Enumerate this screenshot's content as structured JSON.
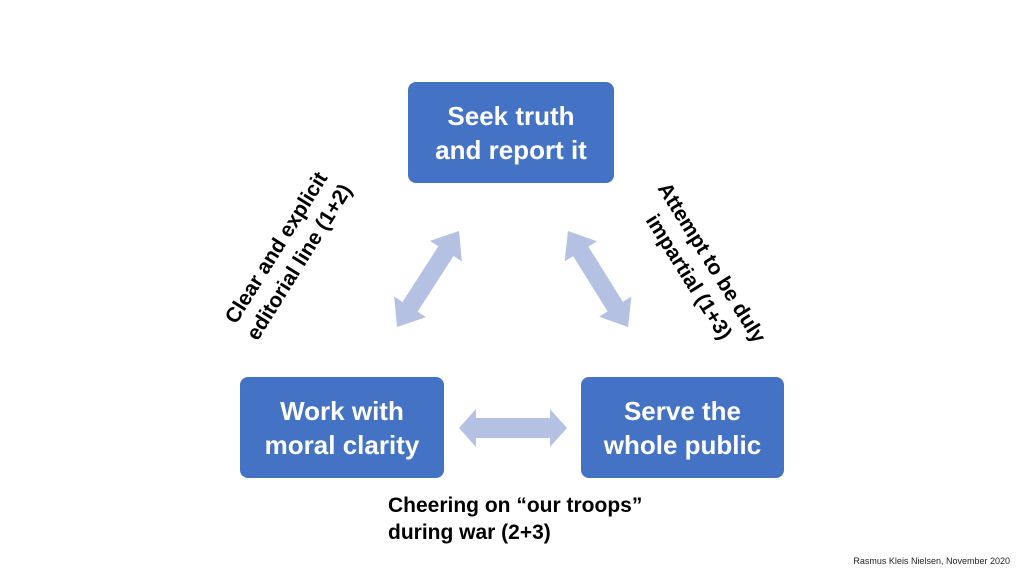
{
  "nodes": [
    {
      "id": 1,
      "lines": [
        "Seek truth",
        "and report it"
      ]
    },
    {
      "id": 2,
      "lines": [
        "Work with",
        "moral clarity"
      ]
    },
    {
      "id": 3,
      "lines": [
        "Serve the",
        "whole public"
      ]
    }
  ],
  "edges": [
    {
      "from": 1,
      "to": 2,
      "lines": [
        "Clear and explicit",
        "editorial line (1+2)"
      ]
    },
    {
      "from": 1,
      "to": 3,
      "lines": [
        "Attempt to be duly",
        "impartial  (1+3)"
      ]
    },
    {
      "from": 2,
      "to": 3,
      "lines": [
        "Cheering on “our troops”",
        "during war (2+3)"
      ]
    }
  ],
  "colors": {
    "node_fill": "#4472c4",
    "node_text": "#ffffff",
    "arrow_fill": "#b4c1e2"
  },
  "credit": "Rasmus Kleis Nielsen, November  2020"
}
